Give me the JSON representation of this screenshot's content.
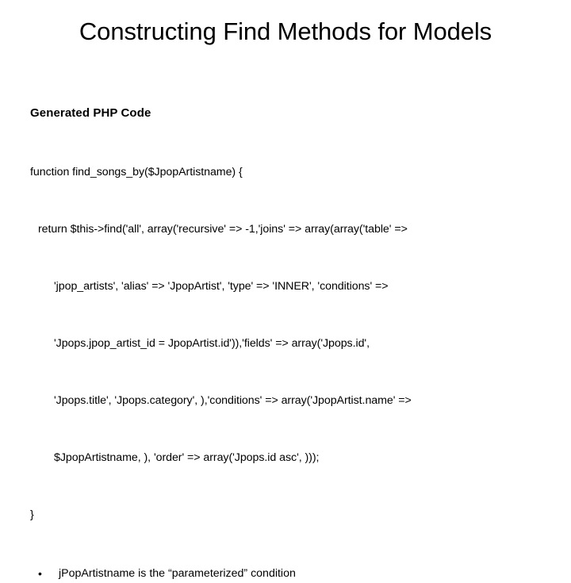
{
  "slide": {
    "title": "Constructing Find Methods for Models",
    "subhead": "Generated PHP Code",
    "code_lines": [
      {
        "indent": 0,
        "text": "function find_songs_by($JpopArtistname) {"
      },
      {
        "indent": 1,
        "text": "return $this->find('all', array('recursive' => -1,'joins' => array(array('table' =>"
      },
      {
        "indent": 2,
        "text": "'jpop_artists', 'alias' => 'JpopArtist', 'type' => 'INNER', 'conditions' =>"
      },
      {
        "indent": 2,
        "text": "'Jpops.jpop_artist_id = JpopArtist.id')),'fields' => array('Jpops.id',"
      },
      {
        "indent": 2,
        "text": "'Jpops.title', 'Jpops.category', ),'conditions' => array('JpopArtist.name' =>"
      },
      {
        "indent": 2,
        "text": "$JpopArtistname, ), 'order' => array('Jpops.id asc', )));"
      },
      {
        "indent": 0,
        "text": "}"
      }
    ],
    "bullets": [
      {
        "marker": "•",
        "text": "jPopArtistname is the “parameterized” condition"
      }
    ],
    "colors": {
      "background": "#ffffff",
      "text": "#000000"
    }
  }
}
